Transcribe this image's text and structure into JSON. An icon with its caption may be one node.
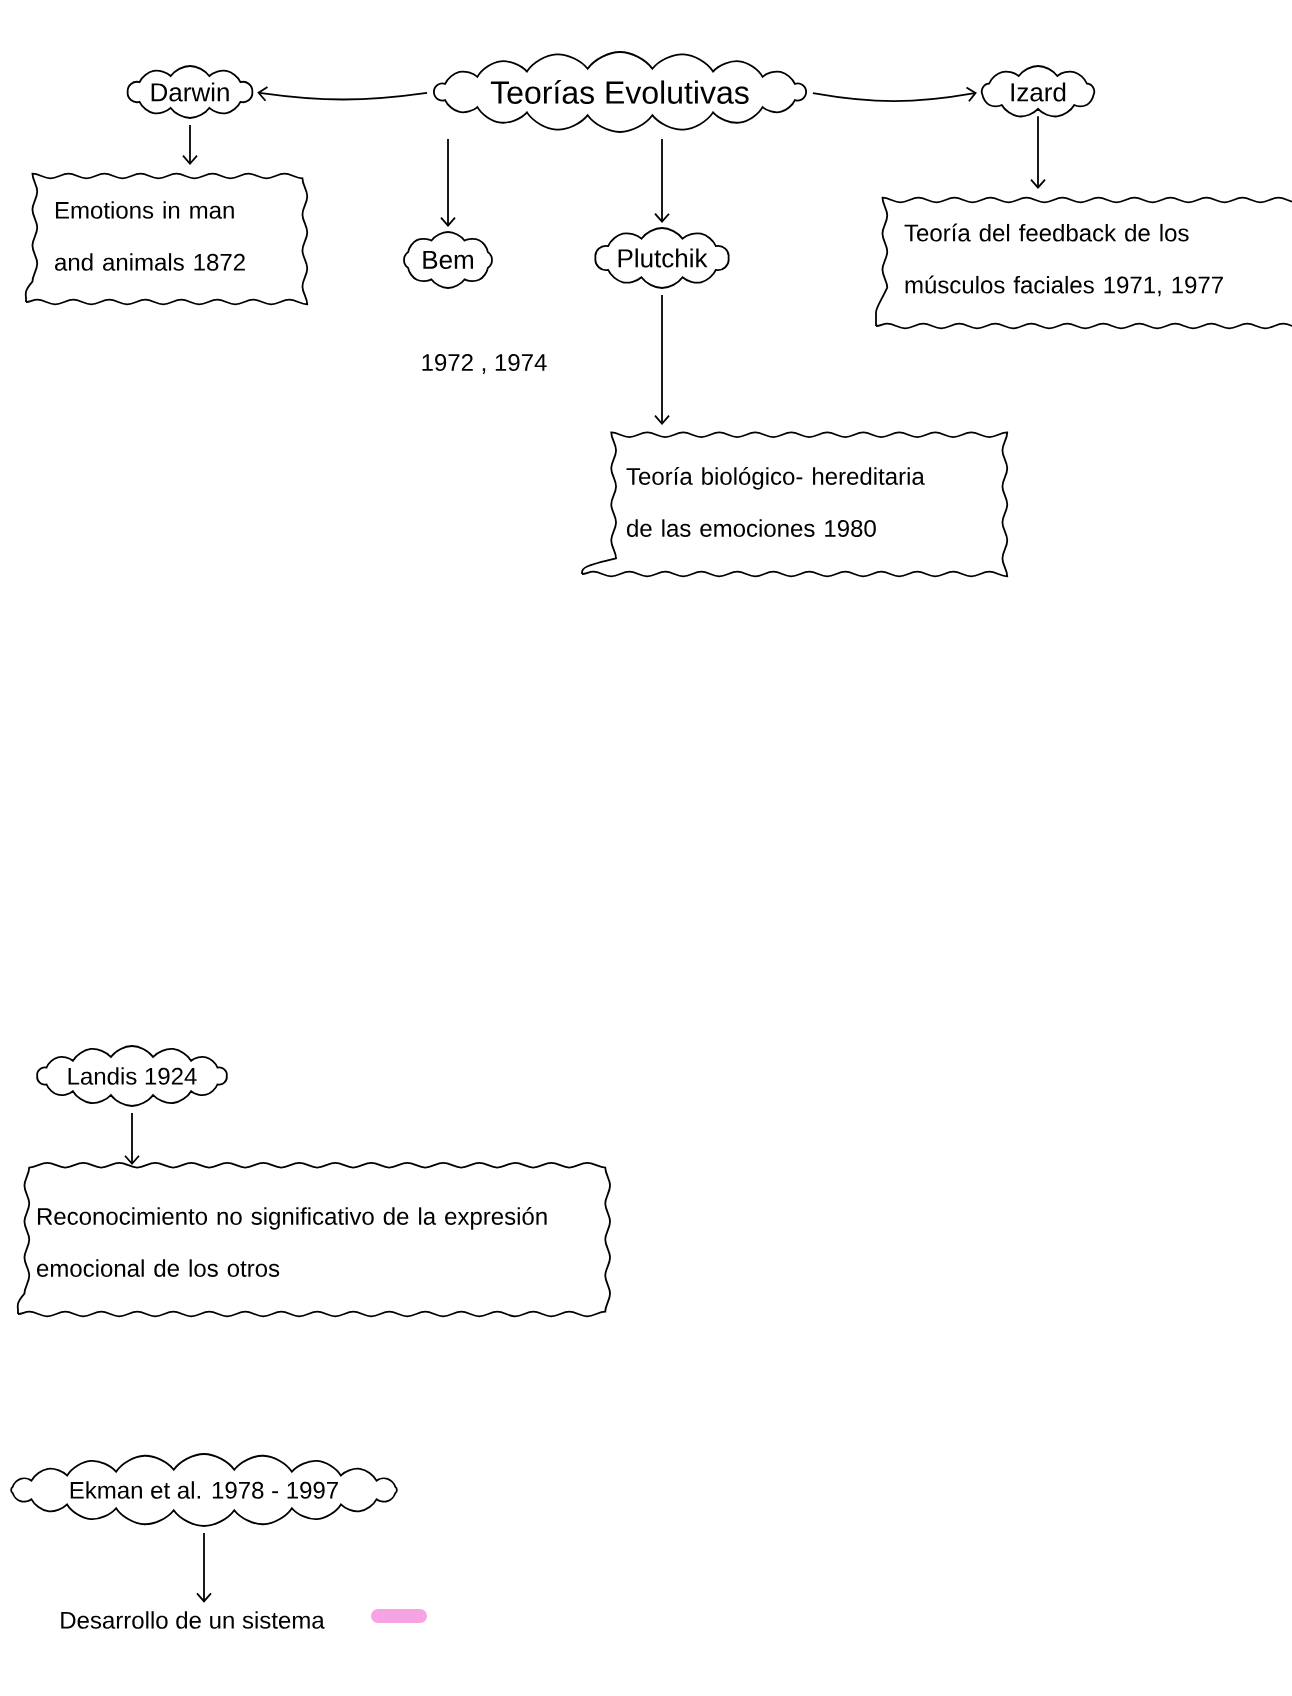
{
  "diagram": {
    "nodes": [
      {
        "text": [
          "Darwin"
        ]
      },
      {
        "text": [
          "Teorías Evolutivas"
        ]
      },
      {
        "text": [
          "Izard"
        ]
      },
      {
        "text": [
          "Emotions in man and animals 1872"
        ]
      },
      {
        "text": [
          "Bem"
        ],
        "beside": [
          "1972 , 1974"
        ]
      },
      {
        "text": [
          "Plutchik"
        ]
      },
      {
        "text": [
          "Teoría del feedback de los músculos faciales 1971, 1977"
        ]
      },
      {
        "text": [
          "Teoría biológico- hereditaria de las emociones 1980"
        ]
      },
      {
        "text": [
          "Landis 1924"
        ]
      },
      {
        "text": [
          "Reconocimiento no significativo de la expresión emocional de los otros"
        ]
      },
      {
        "text": [
          "Ekman et al. 1978 - 1997"
        ]
      },
      {
        "text": [
          "Desarrollo de un sistema"
        ]
      }
    ],
    "edges": [
      {
        "from": 1,
        "to": 0,
        "arrow": "to"
      },
      {
        "from": 1,
        "to": 2,
        "arrow": "to"
      },
      {
        "from": 1,
        "to": 4,
        "arrow": "to"
      },
      {
        "from": 1,
        "to": 5,
        "arrow": "to"
      },
      {
        "from": 0,
        "to": 3,
        "arrow": "to"
      },
      {
        "from": 2,
        "to": 6,
        "arrow": "to"
      },
      {
        "from": 5,
        "to": 7,
        "arrow": "to"
      },
      {
        "from": 8,
        "to": 9,
        "arrow": "to"
      },
      {
        "from": 10,
        "to": 11,
        "arrow": "to"
      }
    ]
  }
}
